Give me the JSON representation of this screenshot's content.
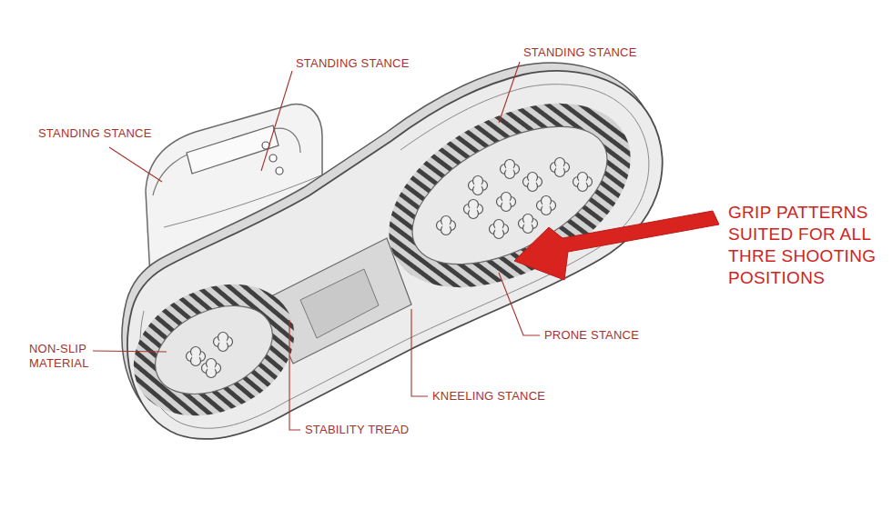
{
  "diagram": {
    "labels": [
      "STANDING STANCE",
      "STANDING STANCE",
      "STANDING STANCE",
      "NON-SLIP MATERIAL",
      "GRIP PATTERNS SUITED FOR ALL THRE SHOOTING POSITIONS",
      "PRONE STANCE",
      "KNEELING STANCE",
      "STABILITY TREAD"
    ]
  }
}
